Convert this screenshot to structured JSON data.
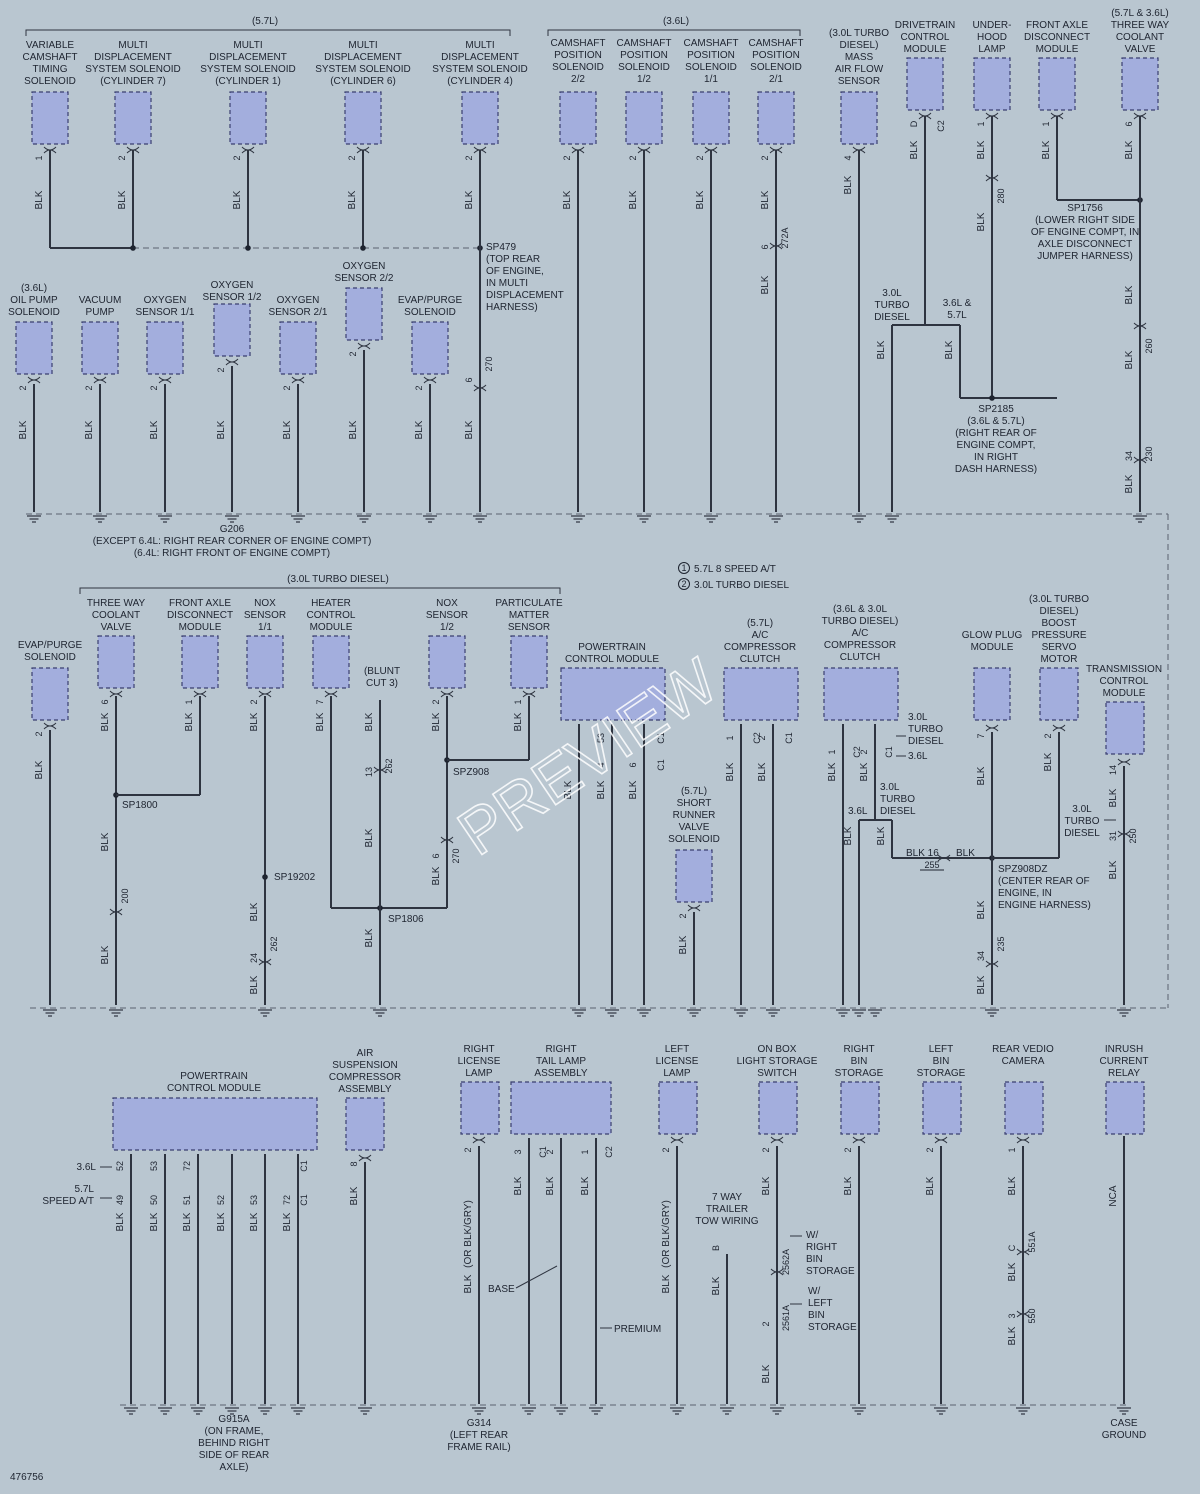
{
  "figure_id": "476756",
  "watermark": "PREVIEW",
  "legend": [
    "5.7L 8 SPEED A/T",
    "3.0L TURBO DIESEL"
  ],
  "wire_color": "BLK",
  "nca": "NCA",
  "section1": {
    "group_57": "(5.7L)",
    "group_36": "(3.6L)",
    "components": [
      {
        "label": [
          "VARIABLE",
          "CAMSHAFT",
          "TIMING",
          "SOLENOID"
        ],
        "pin": "1"
      },
      {
        "label": [
          "MULTI",
          "DISPLACEMENT",
          "SYSTEM SOLENOID",
          "(CYLINDER 7)"
        ],
        "pin": "2"
      },
      {
        "label": [
          "MULTI",
          "DISPLACEMENT",
          "SYSTEM SOLENOID",
          "(CYLINDER 1)"
        ],
        "pin": "2"
      },
      {
        "label": [
          "MULTI",
          "DISPLACEMENT",
          "SYSTEM SOLENOID",
          "(CYLINDER 6)"
        ],
        "pin": "2"
      },
      {
        "label": [
          "MULTI",
          "DISPLACEMENT",
          "SYSTEM SOLENOID",
          "(CYLINDER 4)"
        ],
        "pin": "2"
      },
      {
        "label": [
          "CAMSHAFT",
          "POSITION",
          "SOLENOID",
          "2/2"
        ],
        "pin": "2"
      },
      {
        "label": [
          "CAMSHAFT",
          "POSITION",
          "SOLENOID",
          "1/2"
        ],
        "pin": "2"
      },
      {
        "label": [
          "CAMSHAFT",
          "POSITION",
          "SOLENOID",
          "1/1"
        ],
        "pin": "2"
      },
      {
        "label": [
          "CAMSHAFT",
          "POSITION",
          "SOLENOID",
          "2/1"
        ],
        "pin": "2"
      },
      {
        "label": [
          "(3.0L TURBO",
          "DIESEL)",
          "MASS",
          "AIR FLOW",
          "SENSOR"
        ],
        "pin": "4"
      },
      {
        "label": [
          "DRIVETRAIN",
          "CONTROL",
          "MODULE"
        ],
        "pin": "D"
      },
      {
        "label": [
          "UNDER-",
          "HOOD",
          "LAMP"
        ],
        "pin": "1"
      },
      {
        "label": [
          "FRONT AXLE",
          "DISCONNECT",
          "MODULE"
        ],
        "pin": "1"
      },
      {
        "label": [
          "(5.7L & 3.6L)",
          "THREE WAY",
          "COOLANT",
          "VALVE"
        ],
        "pin": "6"
      }
    ],
    "lower": [
      {
        "label": [
          "(3.6L)",
          "OIL PUMP",
          "SOLENOID"
        ],
        "pin": "2"
      },
      {
        "label": [
          "VACUUM",
          "PUMP"
        ],
        "pin": "2"
      },
      {
        "label": [
          "OXYGEN",
          "SENSOR 1/1"
        ],
        "pin": "2"
      },
      {
        "label": [
          "OXYGEN",
          "SENSOR 1/2"
        ],
        "pin": "2"
      },
      {
        "label": [
          "OXYGEN",
          "SENSOR 2/1"
        ],
        "pin": "2"
      },
      {
        "label": [
          "OXYGEN",
          "SENSOR 2/2"
        ],
        "pin": "2"
      },
      {
        "label": [
          "EVAP/PURGE",
          "SOLENOID"
        ],
        "pin": "2"
      }
    ],
    "sp479": [
      "SP479",
      "(TOP REAR",
      "OF ENGINE,",
      "IN MULTI",
      "DISPLACEMENT",
      "HARNESS)"
    ],
    "sp1756": [
      "SP1756",
      "(LOWER RIGHT SIDE",
      "OF ENGINE COMPT, IN",
      "AXLE DISCONNECT",
      "JUMPER HARNESS)"
    ],
    "sp2185": [
      "SP2185",
      "(3.6L & 5.7L)",
      "(RIGHT REAR OF",
      "ENGINE COMPT,",
      "IN RIGHT",
      "DASH HARNESS)"
    ],
    "variant_30": [
      "3.0L",
      "TURBO",
      "DIESEL"
    ],
    "variant_36": [
      "3.6L &",
      "5.7L"
    ],
    "g206": [
      "G206",
      "(EXCEPT 6.4L: RIGHT REAR CORNER OF ENGINE COMPT)",
      "(6.4L: RIGHT FRONT OF ENGINE COMPT)"
    ],
    "conn_272a": "272A",
    "conn_280": "280",
    "conn_260": "260",
    "conn_230": "230",
    "conn_270": "270",
    "pin_34": "34",
    "pin_6": "6",
    "pin_c2": "C2"
  },
  "section2": {
    "group_30": "(3.0L TURBO DIESEL)",
    "components": [
      {
        "label": [
          "EVAP/PURGE",
          "SOLENOID"
        ],
        "pin": "2"
      },
      {
        "label": [
          "THREE WAY",
          "COOLANT",
          "VALVE"
        ],
        "pin": "6"
      },
      {
        "label": [
          "FRONT AXLE",
          "DISCONNECT",
          "MODULE"
        ],
        "pin": "1"
      },
      {
        "label": [
          "NOX",
          "SENSOR",
          "1/1"
        ],
        "pin": "2"
      },
      {
        "label": [
          "HEATER",
          "CONTROL",
          "MODULE"
        ],
        "pin": "7"
      },
      {
        "label": [
          "NOX",
          "SENSOR",
          "1/2"
        ],
        "pin": "2"
      },
      {
        "label": [
          "PARTICULATE",
          "MATTER",
          "SENSOR"
        ],
        "pin": "1"
      }
    ],
    "blunt_cut": [
      "(BLUNT",
      "CUT 3)"
    ],
    "pcm": [
      "POWERTRAIN",
      "CONTROL MODULE"
    ],
    "pcm_pins": [
      "53",
      "C1"
    ],
    "pcm_pins_low": [
      "4",
      "6",
      "C1"
    ],
    "ac57": [
      "(5.7L)",
      "A/C",
      "COMPRESSOR",
      "CLUTCH"
    ],
    "ac36": [
      "(3.6L & 3.0L",
      "TURBO DIESEL)",
      "A/C",
      "COMPRESSOR",
      "CLUTCH"
    ],
    "glow": [
      "GLOW PLUG",
      "MODULE"
    ],
    "boost": [
      "(3.0L TURBO",
      "DIESEL)",
      "BOOST",
      "PRESSURE",
      "SERVO",
      "MOTOR"
    ],
    "tcm": [
      "TRANSMISSION",
      "CONTROL",
      "MODULE"
    ],
    "short_runner": [
      "(5.7L)",
      "SHORT",
      "RUNNER",
      "VALVE",
      "SOLENOID"
    ],
    "sp1800": "SP1800",
    "sp19202": "SP19202",
    "sp1806": "SP1806",
    "spz908": "SPZ908",
    "spz908dz": [
      "SPZ908DZ",
      "(CENTER REAR OF",
      "ENGINE, IN",
      "ENGINE HARNESS)"
    ],
    "v30a": [
      "3.0L",
      "TURBO",
      "DIESEL"
    ],
    "v36a": "3.6L",
    "v30b": [
      "3.0L",
      "TURBO",
      "DIESEL"
    ],
    "v36b": "3.6L",
    "v30c": [
      "3.0L",
      "TURBO",
      "DIESEL"
    ],
    "blk16": "BLK 16",
    "conn_255": "255",
    "conn_200": "200",
    "conn_262": "262",
    "conn_270": "270",
    "conn_235": "235",
    "conn_250": "250",
    "pins": {
      "tcm": "14",
      "tcm_b": "31",
      "glow": "7",
      "glow_b": "34",
      "boost": "2",
      "sr": "2",
      "blunt": "13",
      "nox2": "6",
      "nox1": "24",
      "cv": "1",
      "ac57a": "1",
      "ac57b": "2",
      "ac36a": "1",
      "ac36b": "2",
      "c2": "C2",
      "c1": "C1"
    }
  },
  "section3": {
    "pcm": [
      "POWERTRAIN",
      "CONTROL MODULE"
    ],
    "pcm_pins": [
      "52",
      "53",
      "72",
      "C1"
    ],
    "pcm_pins_b": [
      "49",
      "50",
      "51",
      "52",
      "53",
      "72",
      "C1"
    ],
    "pcm_var_a": "3.6L",
    "pcm_var_b": [
      "5.7L",
      "SPEED A/T"
    ],
    "air": [
      "AIR",
      "SUSPENSION",
      "COMPRESSOR",
      "ASSEMBLY"
    ],
    "rlic": [
      "RIGHT",
      "LICENSE",
      "LAMP"
    ],
    "rtail": [
      "RIGHT",
      "TAIL LAMP",
      "ASSEMBLY"
    ],
    "llic": [
      "LEFT",
      "LICENSE",
      "LAMP"
    ],
    "onbox": [
      "ON BOX",
      "LIGHT STORAGE",
      "SWITCH"
    ],
    "rbin": [
      "RIGHT",
      "BIN",
      "STORAGE"
    ],
    "lbin": [
      "LEFT",
      "BIN",
      "STORAGE"
    ],
    "camera": [
      "REAR VEDIO",
      "CAMERA"
    ],
    "relay": [
      "INRUSH",
      "CURRENT",
      "RELAY"
    ],
    "trailer": [
      "7 WAY",
      "TRAILER",
      "TOW WIRING"
    ],
    "orblk": "(OR BLK/GRY)",
    "base": "BASE",
    "premium": "PREMIUM",
    "w_right": [
      "W/",
      "RIGHT",
      "BIN",
      "STORAGE"
    ],
    "w_left": [
      "W/",
      "LEFT",
      "BIN",
      "STORAGE"
    ],
    "g915a": [
      "G915A",
      "(ON FRAME,",
      "BEHIND RIGHT",
      "SIDE OF REAR",
      "AXLE)"
    ],
    "g314": [
      "G314",
      "(LEFT REAR",
      "FRAME RAIL)"
    ],
    "case": [
      "CASE",
      "GROUND"
    ],
    "conn_2562a": "2562A",
    "conn_2561a": "2561A",
    "conn_551a": "551A",
    "conn_550": "550",
    "pins": {
      "air": "8",
      "rlic": "2",
      "rt3": "3",
      "rt2": "2",
      "rt1": "1",
      "llic": "2",
      "onbox": "2",
      "onbox_b": "2",
      "rbin": "2",
      "lbin": "2",
      "cam": "1",
      "cam_c": "C",
      "cam_3": "3",
      "trailer": "B",
      "c1": "C1",
      "c2": "C2"
    }
  }
}
